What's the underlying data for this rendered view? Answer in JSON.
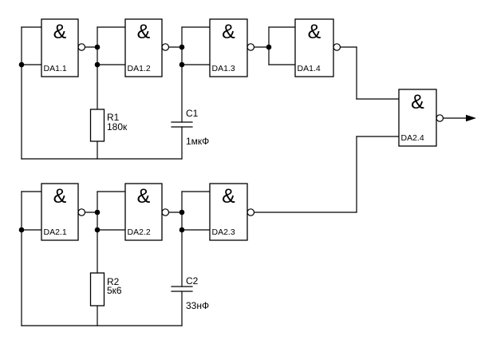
{
  "diagram": {
    "description": "logic-gate multivibrator schematic",
    "gate_symbol": "&",
    "gates": [
      {
        "label": "DA1.1"
      },
      {
        "label": "DA1.2"
      },
      {
        "label": "DA1.3"
      },
      {
        "label": "DA1.4"
      },
      {
        "label": "DA2.1"
      },
      {
        "label": "DA2.2"
      },
      {
        "label": "DA2.3"
      },
      {
        "label": "DA2.4"
      }
    ],
    "components": {
      "r1": {
        "ref": "R1",
        "value": "180к"
      },
      "c1": {
        "ref": "C1",
        "value": "1мкФ"
      },
      "r2": {
        "ref": "R2",
        "value": "5к6"
      },
      "c2": {
        "ref": "C2",
        "value": "33нФ"
      }
    },
    "colors": {
      "line": "#000000",
      "background": "#ffffff"
    }
  }
}
